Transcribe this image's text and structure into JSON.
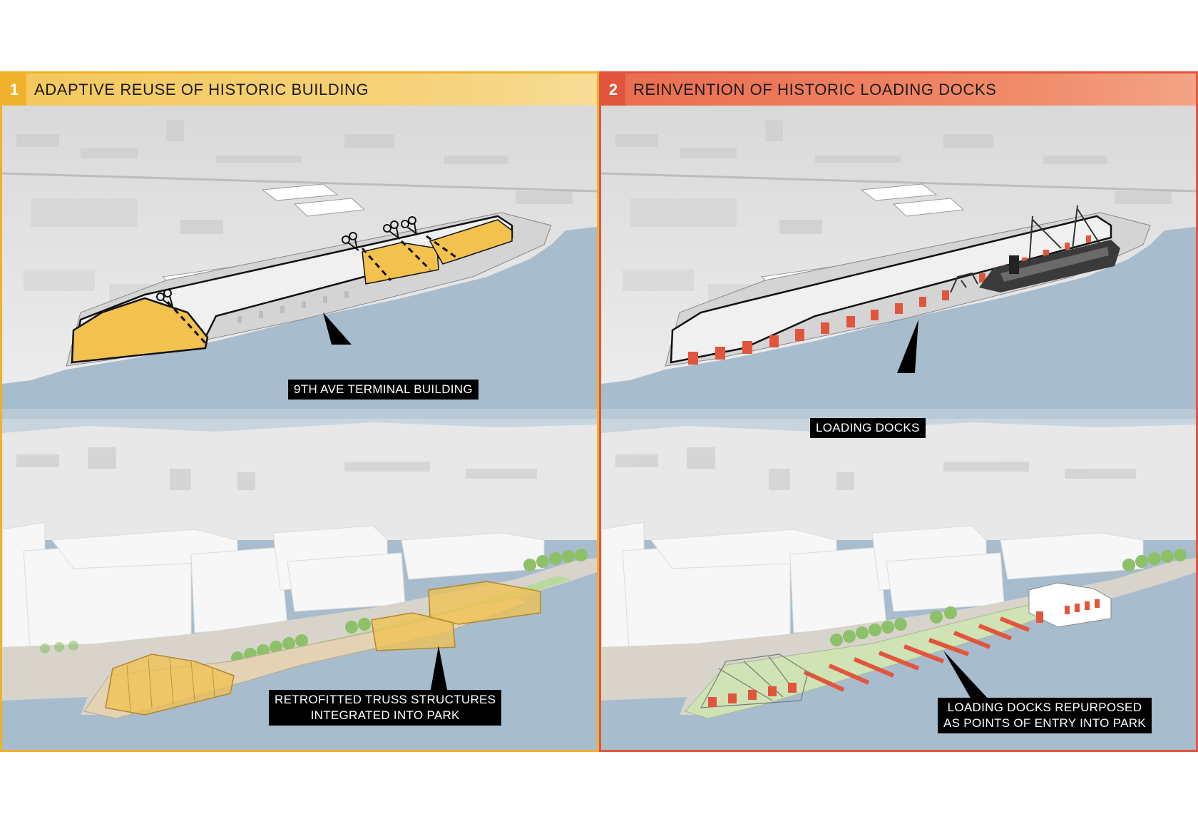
{
  "panels": [
    {
      "number": "1",
      "title": "ADAPTIVE REUSE OF HISTORIC BUILDING",
      "accent_color": "#f0b12c",
      "top_callout": "9TH AVE TERMINAL BUILDING",
      "bottom_callout_lines": [
        "RETROFITTED TRUSS STRUCTURES",
        "INTEGRATED INTO PARK"
      ],
      "icons": [
        "scissors-icon"
      ]
    },
    {
      "number": "2",
      "title": "REINVENTION OF HISTORIC LOADING DOCKS",
      "accent_color": "#e2553d",
      "top_callout": "LOADING DOCKS",
      "bottom_callout_lines": [
        "LOADING DOCKS REPURPOSED",
        "AS POINTS OF ENTRY INTO PARK"
      ],
      "icons": [
        "ship-icon",
        "crane-icon"
      ]
    }
  ],
  "colors": {
    "water": "#a7bccd",
    "city": "#e6e6e6",
    "building_highlight": "#f2c14e",
    "dock_highlight": "#e2553d",
    "park_green": "#8cc16a"
  }
}
